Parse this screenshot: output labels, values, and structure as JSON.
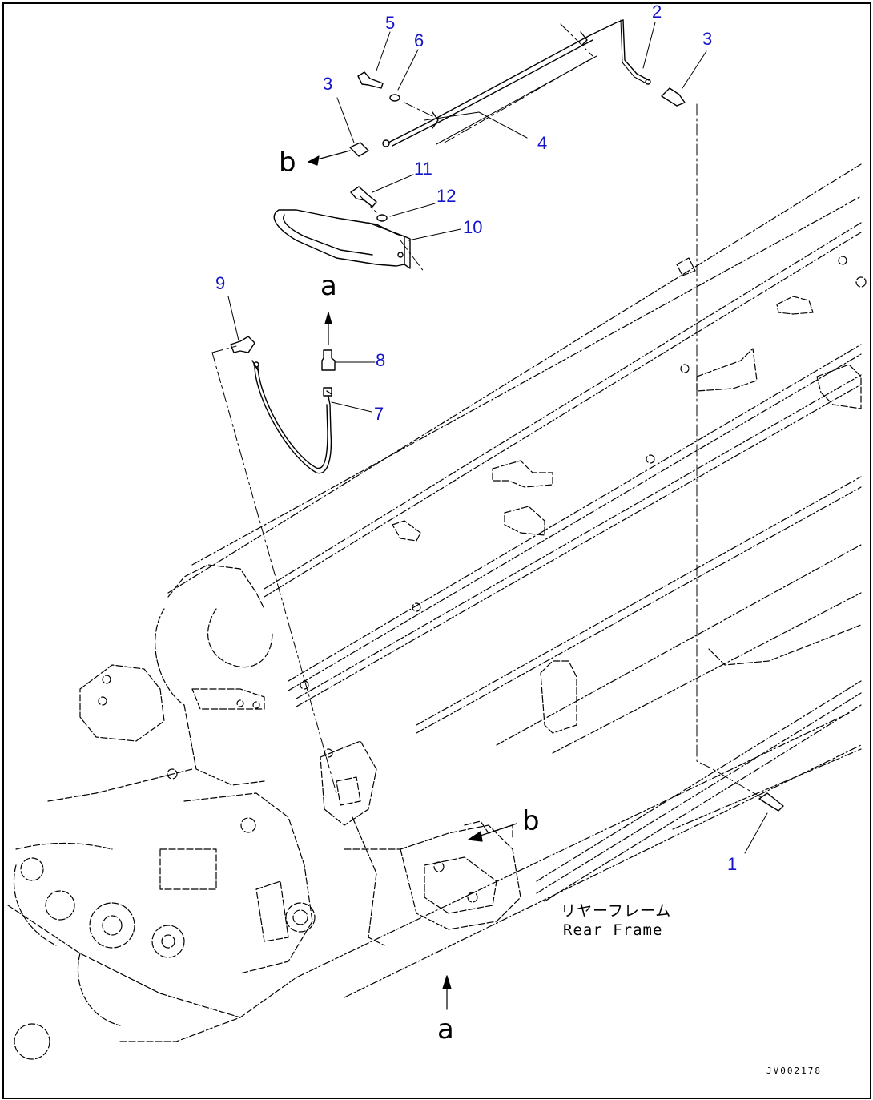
{
  "callouts": {
    "c1": "1",
    "c2": "2",
    "c3a": "3",
    "c3b": "3",
    "c4": "4",
    "c5": "5",
    "c6": "6",
    "c7": "7",
    "c8": "8",
    "c9": "9",
    "c10": "10",
    "c11": "11",
    "c12": "12"
  },
  "refs": {
    "a_top": "a",
    "a_bottom": "a",
    "b_left": "b",
    "b_right": "b"
  },
  "caption": {
    "jp": "リヤーフレーム",
    "en": "Rear Frame"
  },
  "drawing_code": "JV002178",
  "colors": {
    "callout": "#1414c8",
    "line": "#000000"
  }
}
